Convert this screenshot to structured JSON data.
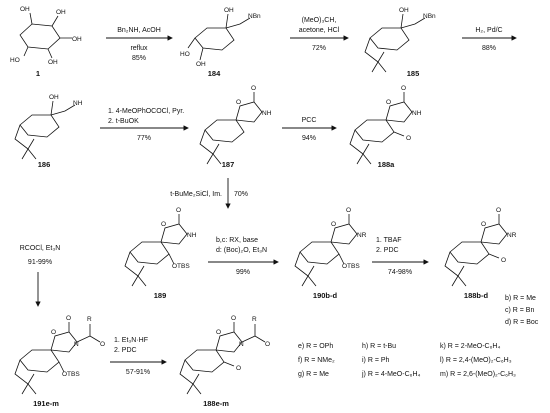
{
  "compounds": {
    "c1": "1",
    "c184": "184",
    "c185": "185",
    "c186": "186",
    "c187": "187",
    "c188a": "188a",
    "c189": "189",
    "c190": "190b-d",
    "c188bd": "188b-d",
    "c191": "191e-m",
    "c188em": "188e-m"
  },
  "atoms": {
    "OH": "OH",
    "HO": "HO",
    "NBn2": "NBn",
    "NH2": "NH",
    "O": "O",
    "NH": "NH",
    "OTBS": "OTBS",
    "NR": "NR",
    "N": "N",
    "R": "R"
  },
  "arrows": {
    "a1": {
      "top": "Bn₂NH, AcOH",
      "mid": "reflux",
      "bot": "85%"
    },
    "a2": {
      "top": "(MeO)₃CH,",
      "mid": "acetone, HCl",
      "bot": "72%"
    },
    "a3": {
      "top": "H₂, Pd/C",
      "bot": "88%"
    },
    "a4": {
      "top": "1. 4-MeOPhOCOCl, Pyr.",
      "mid": "2. t-BuOK",
      "bot": "77%"
    },
    "a5": {
      "top": "PCC",
      "bot": "94%"
    },
    "a6": {
      "left": "t-BuMe₂SiCl, Im.",
      "right": "70%"
    },
    "a7": {
      "top": "RCOCl, Et₃N",
      "bot": "91-99%"
    },
    "a8": {
      "top": "b,c: RX, base",
      "mid": "d: (Boc)₂O, Et₃N",
      "bot": "99%"
    },
    "a9": {
      "top": "1. TBAF",
      "mid": "2. PDC",
      "bot": "74-98%"
    },
    "a10": {
      "top": "1. Et₃N·HF",
      "mid": "2. PDC",
      "bot": "57-91%"
    }
  },
  "legend_bd": [
    "b) R = Me",
    "c) R = Bn",
    "d) R = Boc"
  ],
  "legend_em": [
    "e)  R = OPh",
    "f)  R = NMe₂",
    "g)  R = Me",
    "h)  R = t-Bu",
    "i)  R = Ph",
    "j)  R = 4-MeO-C₆H₄",
    "k)  R = 2-MeO-C₆H₄",
    "l)  R = 2,4-(MeO)₂-C₆H₃",
    "m) R = 2,6-(MeO)₂-C₆H₃"
  ]
}
